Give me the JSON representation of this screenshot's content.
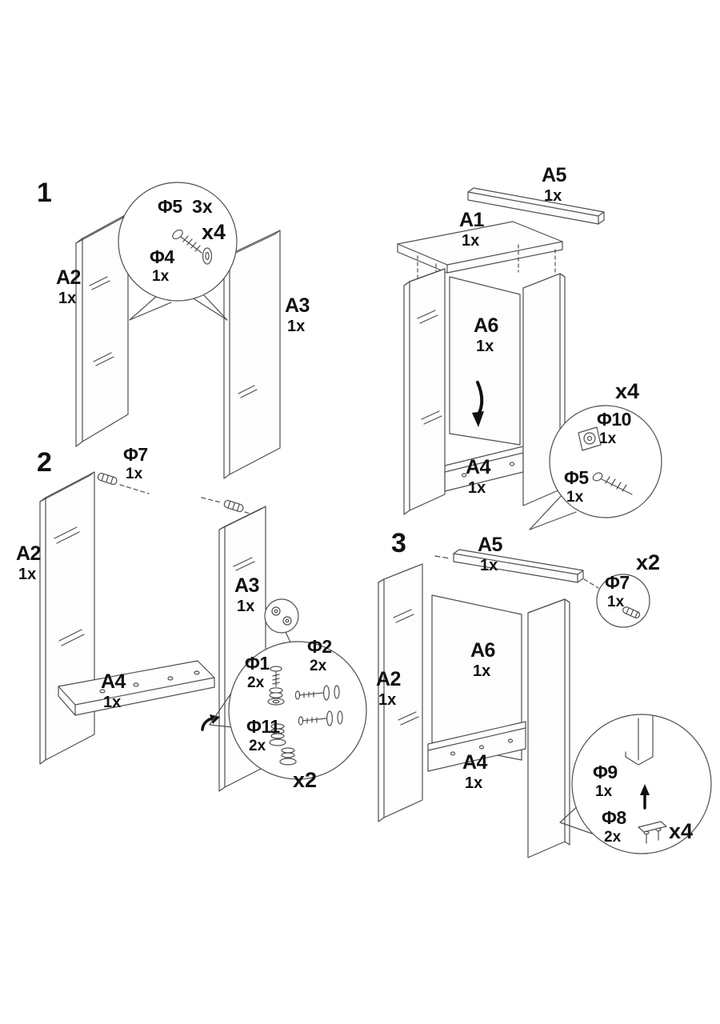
{
  "step1": {
    "number": "1",
    "a2": {
      "name": "A2",
      "qty": "1x"
    },
    "a3": {
      "name": "A3",
      "qty": "1x"
    },
    "callout": {
      "phi5": {
        "name": "Φ5",
        "qty": "3x"
      },
      "phi4": {
        "name": "Φ4",
        "qty": "1x"
      },
      "multiplier": "x4"
    }
  },
  "step2": {
    "number": "2",
    "phi7": {
      "name": "Φ7",
      "qty": "1x"
    },
    "a2": {
      "name": "A2",
      "qty": "1x"
    },
    "a3": {
      "name": "A3",
      "qty": "1x"
    },
    "a4": {
      "name": "A4",
      "qty": "1x"
    },
    "callout": {
      "phi1": {
        "name": "Φ1",
        "qty": "2x"
      },
      "phi2": {
        "name": "Φ2",
        "qty": "2x"
      },
      "phi11": {
        "name": "Φ11",
        "qty": "2x"
      },
      "multiplier": "x2"
    },
    "assembly": {
      "a5": {
        "name": "A5",
        "qty": "1x"
      },
      "a1": {
        "name": "A1",
        "qty": "1x"
      },
      "a6": {
        "name": "A6",
        "qty": "1x"
      },
      "a4": {
        "name": "A4",
        "qty": "1x"
      },
      "callout": {
        "multiplier": "x4",
        "phi10": {
          "name": "Φ10",
          "qty": "1x"
        },
        "phi5": {
          "name": "Φ5",
          "qty": "1x"
        }
      }
    }
  },
  "step3": {
    "number": "3",
    "a5": {
      "name": "A5",
      "qty": "1x"
    },
    "phi7": {
      "name": "Φ7",
      "qty": "1x"
    },
    "phi7_multiplier": "x2",
    "a2": {
      "name": "A2",
      "qty": "1x"
    },
    "a6": {
      "name": "A6",
      "qty": "1x"
    },
    "a4": {
      "name": "A4",
      "qty": "1x"
    },
    "callout": {
      "phi9": {
        "name": "Φ9",
        "qty": "1x"
      },
      "phi8": {
        "name": "Φ8",
        "qty": "2x"
      },
      "multiplier": "x4"
    }
  }
}
